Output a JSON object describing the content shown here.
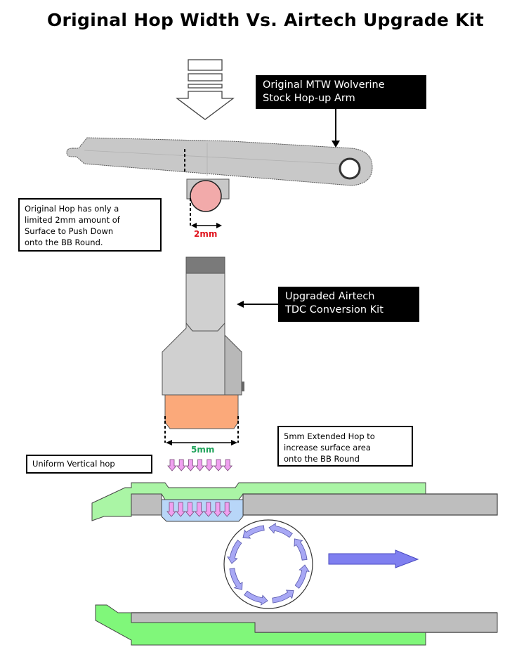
{
  "title": "Original Hop Width Vs. Airtech Upgrade Kit",
  "labels": {
    "stock_arm": {
      "lines": [
        "Original MTW Wolverine",
        "Stock Hop-up Arm"
      ]
    },
    "original_hop_note": {
      "lines": [
        "Original Hop has only a",
        "limited 2mm amount of",
        "Surface to Push Down",
        "onto the BB Round."
      ]
    },
    "airtech_kit": {
      "lines": [
        "Upgraded Airtech",
        "TDC Conversion Kit"
      ]
    },
    "extended_hop_note": {
      "lines": [
        "5mm Extended Hop to",
        "increase surface area",
        "onto the BB Round"
      ]
    },
    "uniform_hop": {
      "lines": [
        "Uniform Vertical hop"
      ]
    }
  },
  "dimensions": {
    "original_width": "2mm",
    "extended_width": "5mm"
  },
  "colors": {
    "original_dim": "#e0141e",
    "extended_dim": "#1fa35a",
    "hop_arm_gray": "#c8c8c8",
    "original_bucking_pink": "#f2aaaa",
    "extended_bucking_orange": "#fba97a",
    "barrel_green_top": "#aaf5a5",
    "barrel_green_bottom": "#80f77a",
    "barrel_gray": "#bebebe",
    "pressure_arrow_pink": "#f0a0f0",
    "contact_blue": "#b8d6f8",
    "spin_arrow_purple": "#a8a8f5",
    "travel_arrow_blue": "#7f7ff0"
  },
  "pressure_arrow_count": 7,
  "spin_arrow_count": 8
}
